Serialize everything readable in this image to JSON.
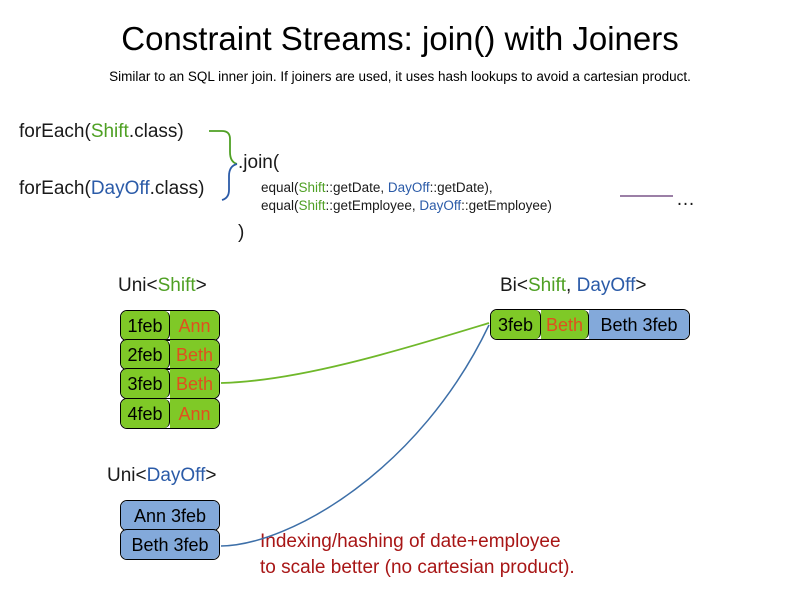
{
  "slide": {
    "title": "Constraint Streams: join() with Joiners",
    "subtitle": "Similar to an SQL inner join. If joiners are used, it uses hash lookups to avoid a cartesian product."
  },
  "colors": {
    "shift_green": "#4fa024",
    "dayoff_blue": "#2b5ba8",
    "box_green_fill": "#7fc927",
    "box_blue_fill": "#83a9da",
    "name_orange": "#e0501e",
    "note_red": "#a81616",
    "rule_purple": "#9b7fa6"
  },
  "code": {
    "foreach_shift": {
      "prefix": "forEach(",
      "type": "Shift",
      "suffix": ".class)"
    },
    "foreach_dayoff": {
      "prefix": "forEach(",
      "type": "DayOff",
      "suffix": ".class)"
    },
    "join_open": ".join(",
    "join_close": ")",
    "joiner_lines": [
      {
        "pre": "equal(",
        "t1": "Shift",
        "mid": "::getDate, ",
        "t2": "DayOff",
        "post": "::getDate),"
      },
      {
        "pre": "equal(",
        "t1": "Shift",
        "mid": "::getEmployee, ",
        "t2": "DayOff",
        "post": "::getEmployee)"
      }
    ],
    "ellipsis": "…"
  },
  "streams": {
    "uni_shift": {
      "label_prefix": "Uni<",
      "label_type": "Shift",
      "label_suffix": ">",
      "rows": [
        {
          "date": "1feb",
          "employee": "Ann"
        },
        {
          "date": "2feb",
          "employee": "Beth"
        },
        {
          "date": "3feb",
          "employee": "Beth"
        },
        {
          "date": "4feb",
          "employee": "Ann"
        }
      ]
    },
    "uni_dayoff": {
      "label_prefix": "Uni<",
      "label_type": "DayOff",
      "label_suffix": ">",
      "rows": [
        {
          "text": "Ann 3feb"
        },
        {
          "text": "Beth 3feb"
        }
      ]
    },
    "bi": {
      "label_prefix": "Bi<",
      "label_type_a": "Shift",
      "label_comma": ", ",
      "label_type_b": "DayOff",
      "label_suffix": ">",
      "row": {
        "date": "3feb",
        "employee": "Beth",
        "dayoff": "Beth 3feb"
      }
    }
  },
  "annotation": {
    "line1": "Indexing/hashing of date+employee",
    "line2": "to scale better (no cartesian product)."
  }
}
